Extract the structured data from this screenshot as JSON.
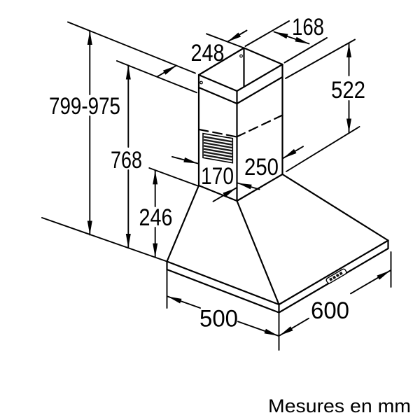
{
  "page": {
    "background": "#ffffff",
    "line_color": "#000000"
  },
  "drawing": {
    "type": "dimension-drawing",
    "subject": "wall-mounted chimney cooker hood",
    "note": "Mesures en mm"
  },
  "dims": {
    "total_height": "799-975",
    "wall_duct_height": "768",
    "canopy_height": "246",
    "chimney_top_width": "248",
    "chimney_top_depth": "168",
    "chimney_height": "522",
    "chimney_base_depth": "170",
    "chimney_base_width": "250",
    "canopy_depth": "500",
    "canopy_width": "600"
  }
}
